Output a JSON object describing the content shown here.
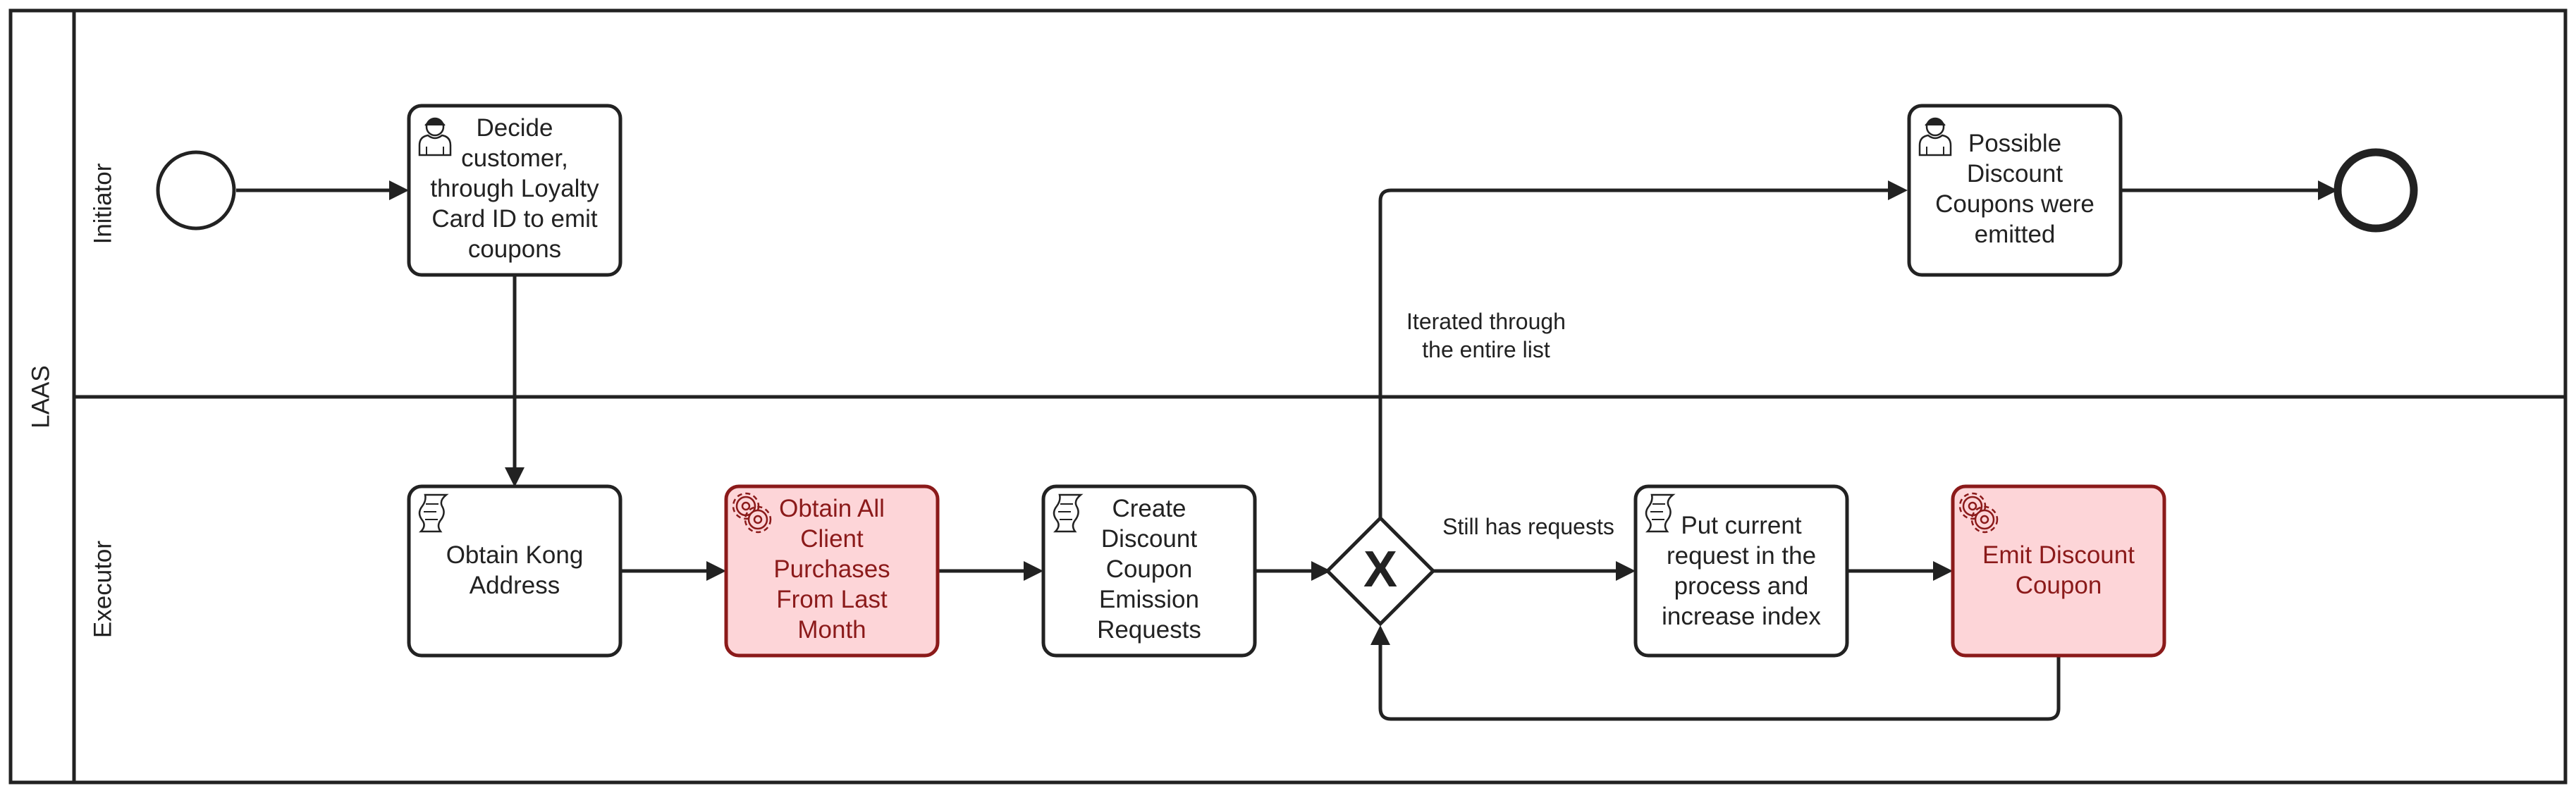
{
  "pool": {
    "label": "LAAS",
    "lanes": [
      {
        "label": "Initiator"
      },
      {
        "label": "Executor"
      }
    ]
  },
  "tasks": {
    "decide_customer": {
      "lines": [
        "Decide",
        "customer,",
        "through Loyalty",
        "Card ID to emit",
        "coupons"
      ],
      "type": "user-task",
      "icon": "user-icon"
    },
    "possible_coupons": {
      "lines": [
        "Possible",
        "Discount",
        "Coupons were",
        "emitted"
      ],
      "type": "user-task",
      "icon": "user-icon"
    },
    "obtain_kong": {
      "lines": [
        "Obtain Kong",
        "Address"
      ],
      "type": "script-task",
      "icon": "script-icon"
    },
    "obtain_purchases": {
      "lines": [
        "Obtain All",
        "Client",
        "Purchases",
        "From Last",
        "Month"
      ],
      "type": "service-task",
      "icon": "gear-icon",
      "highlighted": true
    },
    "create_requests": {
      "lines": [
        "Create",
        "Discount",
        "Coupon",
        "Emission",
        "Requests"
      ],
      "type": "script-task",
      "icon": "script-icon"
    },
    "put_current": {
      "lines": [
        "Put current",
        "request in the",
        "process and",
        "increase index"
      ],
      "type": "script-task",
      "icon": "script-icon"
    },
    "emit_coupon": {
      "lines": [
        "Emit Discount",
        "Coupon"
      ],
      "type": "service-task",
      "icon": "gear-icon",
      "highlighted": true
    }
  },
  "gateway": {
    "type": "exclusive",
    "symbol": "X"
  },
  "flow_labels": {
    "iterated": [
      "Iterated through",
      "the entire list"
    ],
    "still_has": [
      "Still has requests"
    ]
  },
  "colors": {
    "stroke": "#222222",
    "highlight_fill": "#fdd5d8",
    "highlight_stroke": "#8b1a1a",
    "highlight_text": "#8b1a1a"
  }
}
